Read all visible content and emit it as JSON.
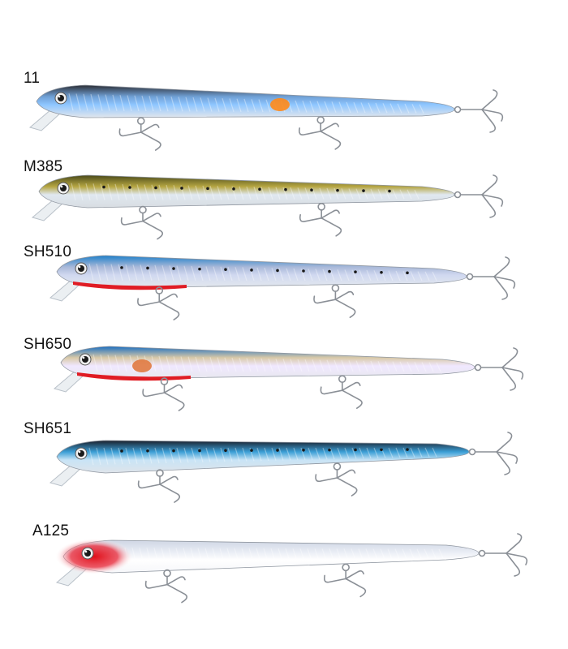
{
  "lures": [
    {
      "label": "11",
      "back": "#2d2f36",
      "mid": "#6f9fd4",
      "belly": "#e2e6ec",
      "spot": "#ff8a1a",
      "dots": false,
      "redThroat": false,
      "flash": "#8ec6ff"
    },
    {
      "label": "M385",
      "back": "#4a4a1a",
      "mid": "#b6a642",
      "belly": "#d8dde2",
      "spot": "",
      "dots": true,
      "redThroat": false,
      "flash": "#e0e8f0"
    },
    {
      "label": "SH510",
      "back": "#1e7fc9",
      "mid": "#a8b8d8",
      "belly": "#e4e8ee",
      "spot": "",
      "dots": true,
      "redThroat": true,
      "flash": "#d0d8f0"
    },
    {
      "label": "SH650",
      "back": "#1c6fc0",
      "mid": "#d9c9a8",
      "belly": "#e8e8ee",
      "spot": "#e07a40",
      "dots": false,
      "redThroat": true,
      "flash": "#f0e8ff"
    },
    {
      "label": "SH651",
      "back": "#1a1e2a",
      "mid": "#3b9fd6",
      "belly": "#dfe4ea",
      "spot": "",
      "dots": true,
      "redThroat": false,
      "flash": "#c8e4f6"
    },
    {
      "label": "A125",
      "back": "#cfd6e4",
      "mid": "#e8ecf4",
      "belly": "#f6f7fa",
      "spot": "",
      "dots": false,
      "redThroat": false,
      "flash": "#ffffff",
      "redHead": true
    }
  ]
}
